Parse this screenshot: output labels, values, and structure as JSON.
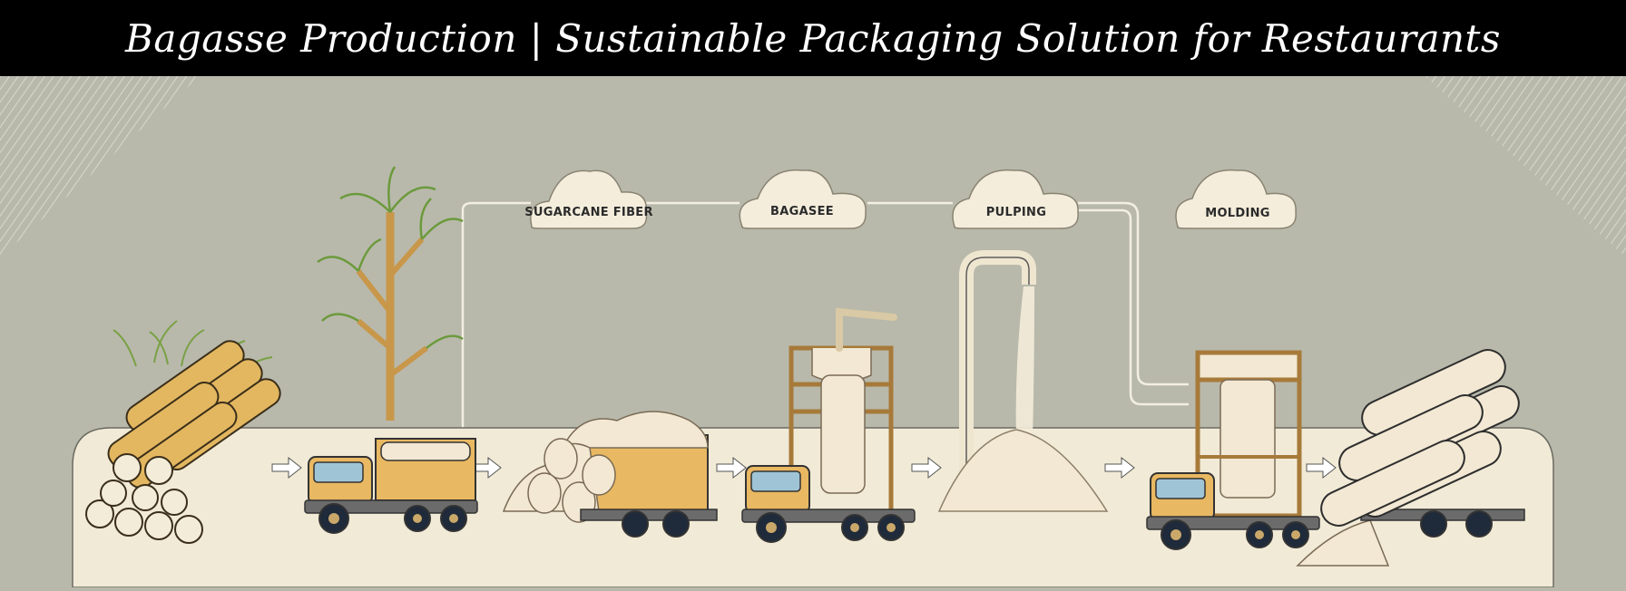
{
  "header": {
    "title": "Bagasse Production | Sustainable Packaging Solution for Restaurants"
  },
  "stages": [
    {
      "id": "sugarcane-fiber",
      "label": "SUGARCANE FIBER"
    },
    {
      "id": "bagasse",
      "label": "BAGASEE"
    },
    {
      "id": "pulping",
      "label": "PULPING"
    },
    {
      "id": "molding",
      "label": "MOLDING"
    }
  ],
  "colors": {
    "background": "#b8b9ab",
    "banner": "#000000",
    "platform": "#f1ead6",
    "cane": "#e3b760",
    "truck_body": "#e9b862",
    "truck_window": "#9fc4d6",
    "pulp": "#f2e8d3",
    "cloud": "#f4eddc"
  },
  "icons": [
    "sugarcane-bundle-icon",
    "sugarcane-plant-icon",
    "truck-icon",
    "fiber-pile-icon",
    "mixer-machine-icon",
    "pulp-pipe-icon",
    "pulp-pile-icon",
    "molding-machine-icon",
    "rolls-icon",
    "arrow-right-icon"
  ]
}
